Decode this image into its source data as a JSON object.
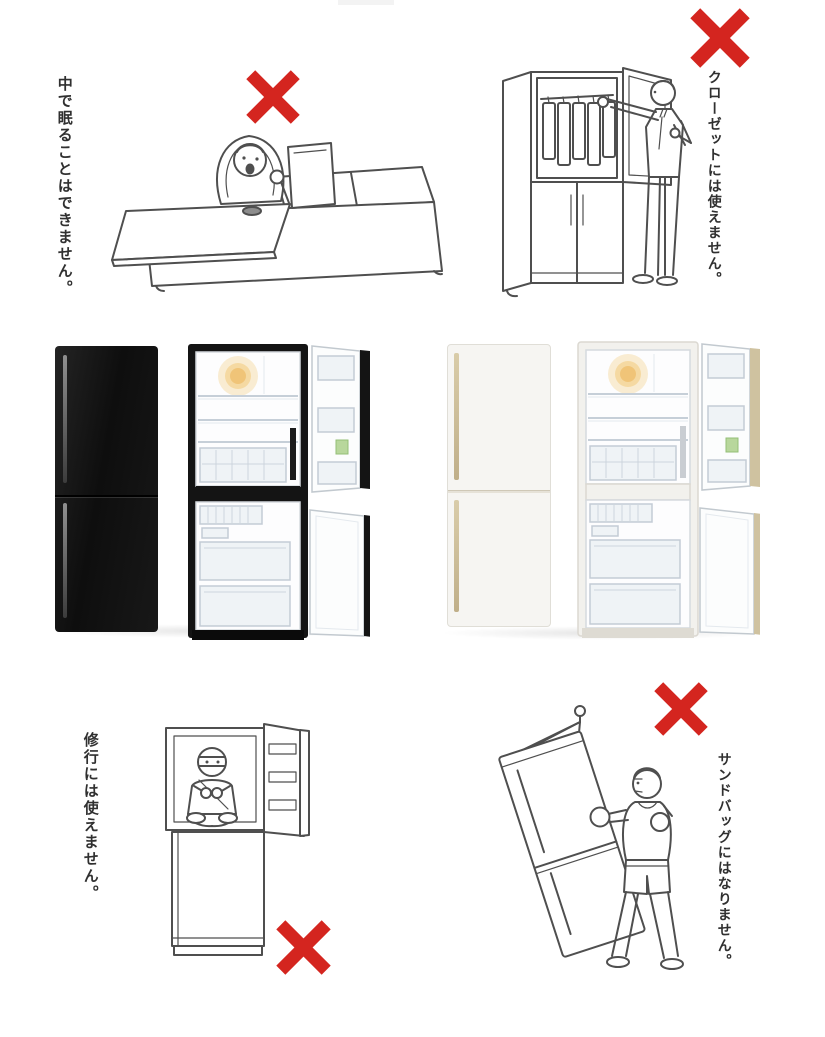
{
  "marks": {
    "symbol": "✖",
    "color": "#d4251f",
    "meaning": "not-allowed"
  },
  "panels": {
    "sleeping": {
      "caption": "中で眠ることはできません。"
    },
    "closet": {
      "caption": "クローゼットには使えません。"
    },
    "training": {
      "caption": "修行には使えません。"
    },
    "sandbag": {
      "caption": "サンドバッグにはなりません。"
    }
  },
  "products": {
    "black_refrigerator": {
      "body_color": "#141414"
    },
    "white_refrigerator": {
      "body_color": "#f5f4f1"
    }
  }
}
